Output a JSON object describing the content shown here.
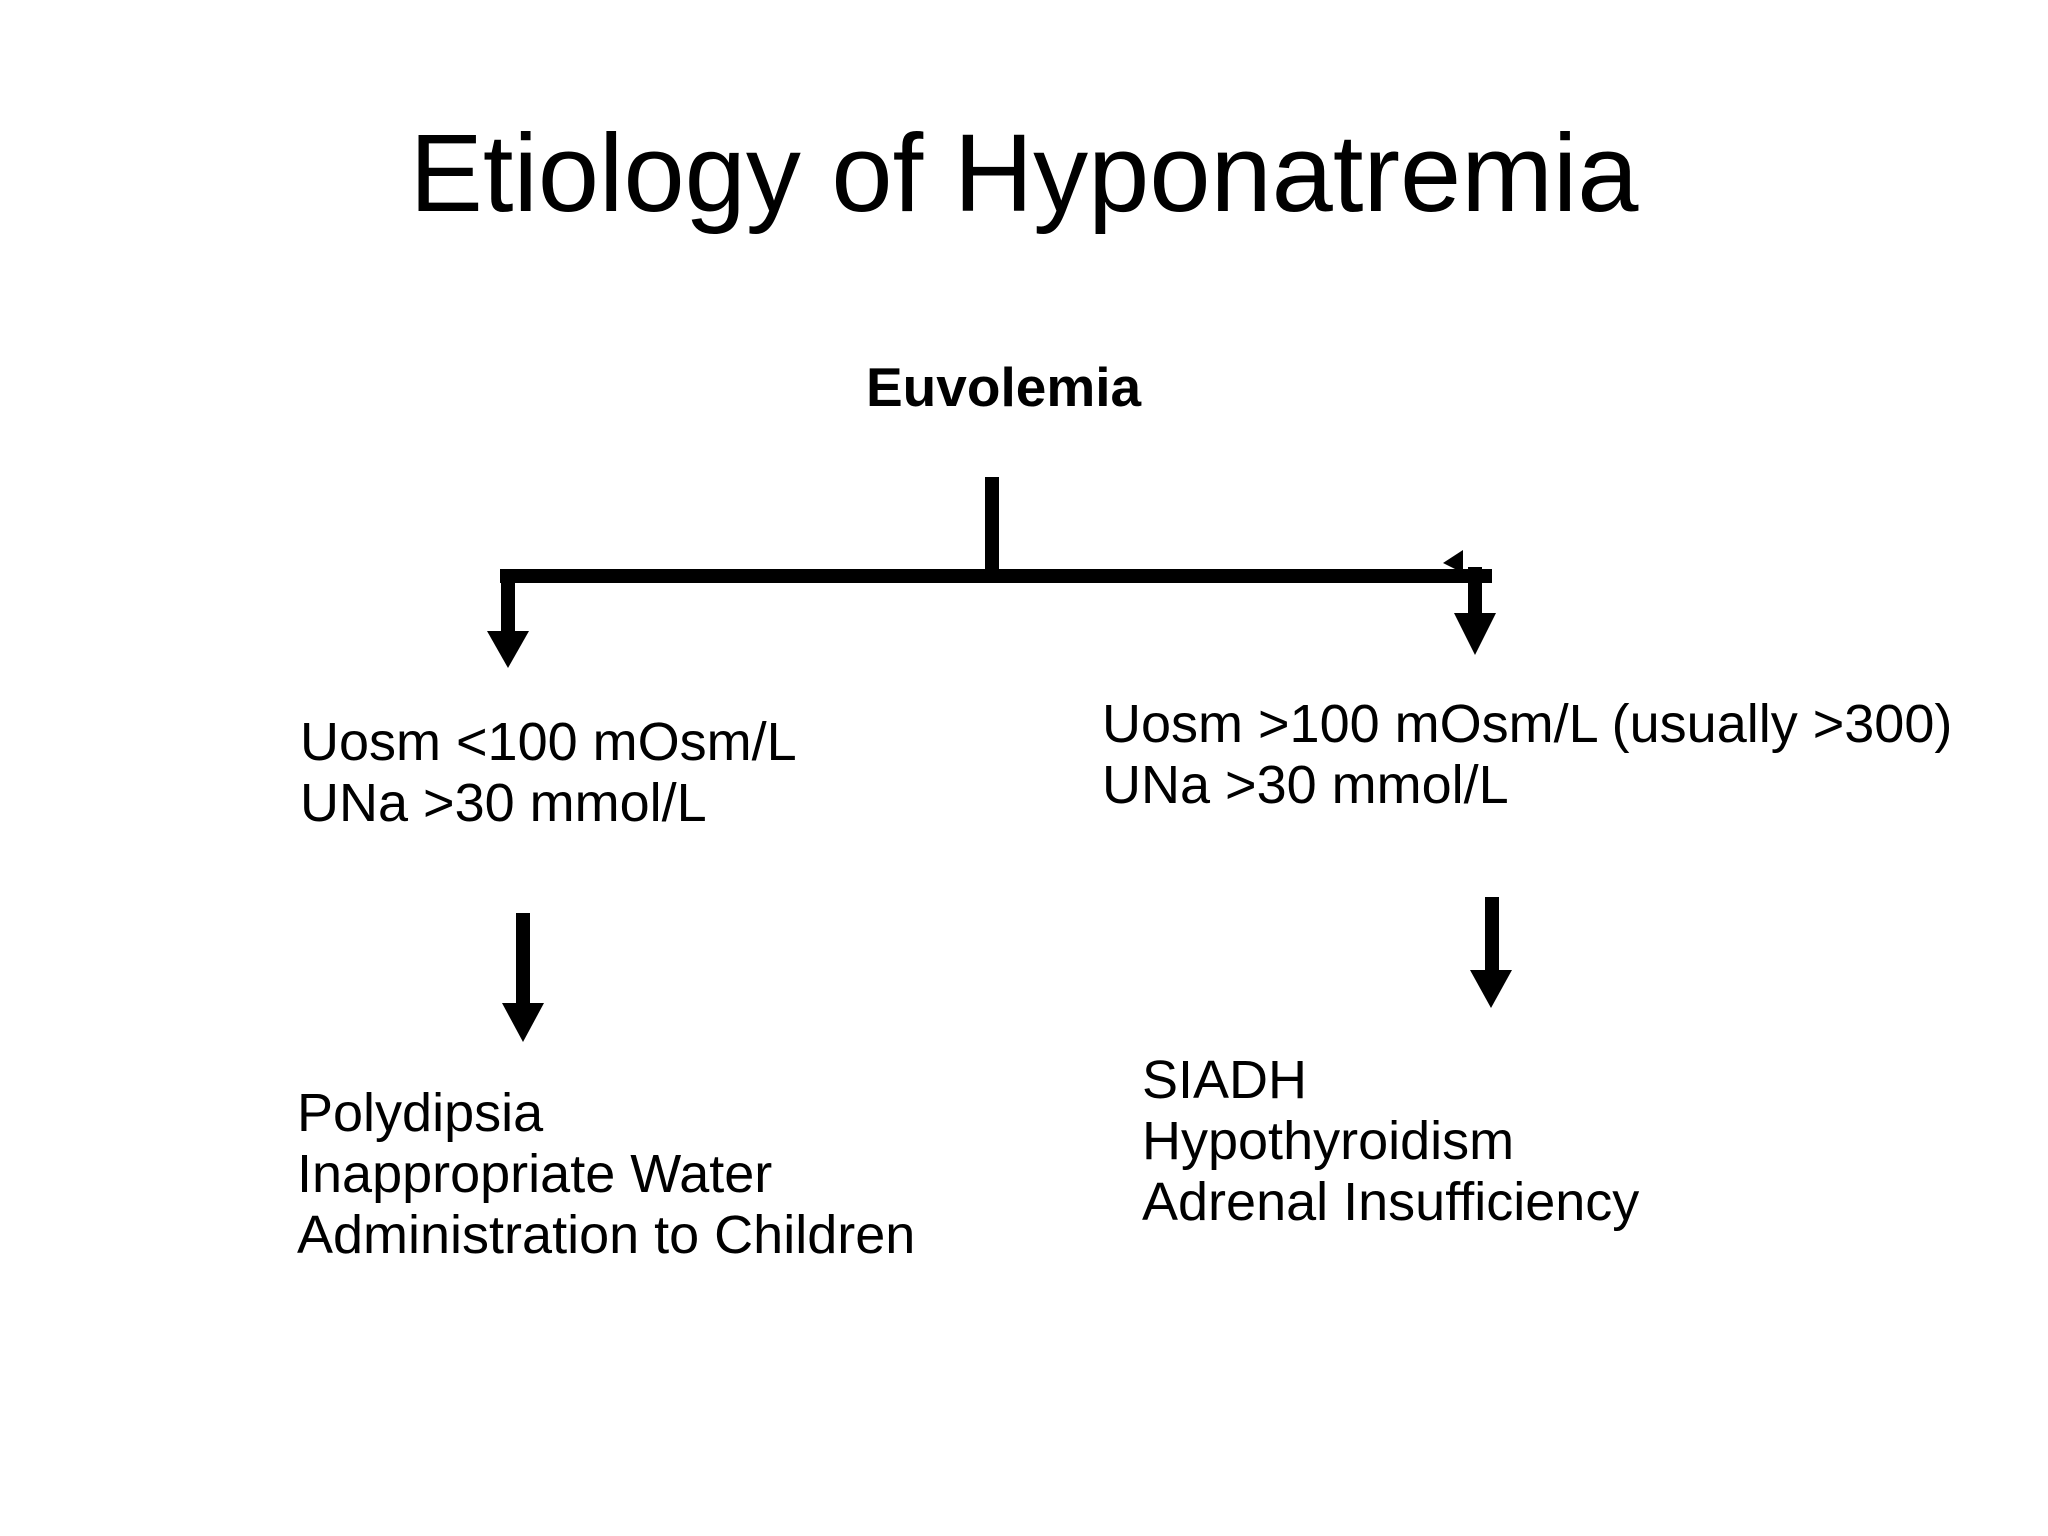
{
  "slide": {
    "title": "Etiology of Hyponatremia",
    "colors": {
      "background": "#ffffff",
      "ink": "#000000"
    }
  },
  "root_node": {
    "label": "Euvolemia"
  },
  "left_branch": {
    "criteria": [
      "Uosm <100 mOsm/L",
      "UNa >30 mmol/L"
    ],
    "outcomes": [
      "Polydipsia",
      "Inappropriate Water",
      "Administration to Children"
    ]
  },
  "right_branch": {
    "criteria": [
      "Uosm >100 mOsm/L (usually >300)",
      "UNa >30 mmol/L"
    ],
    "outcomes": [
      "SIADH",
      "Hypothyroidism",
      "Adrenal Insufficiency"
    ]
  }
}
